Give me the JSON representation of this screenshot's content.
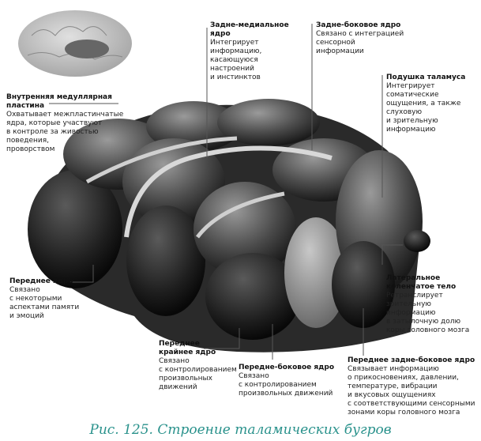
{
  "labels": {
    "internal_lamina": {
      "title": "Внутренняя медуллярная\nпластина",
      "text": "Охватывает межпластинчатые\nядра, которые участвуют\nв контроле за живостью\nповедения,\nпроворством"
    },
    "posteromedial": {
      "title": "Задне-медиальное\nядро",
      "text": "Интегрирует\nинформацию,\nкасающуюся\nнастроений\nи инстинктов"
    },
    "posterolateral": {
      "title": "Задне-боковое ядро",
      "text": "Связано с интеграцией\nсенсорной\nинформации"
    },
    "pulvinar": {
      "title": "Подушка таламуса",
      "text": "Интегрирует\nсоматические\nощущения, а также\nслуховую\nи зрительную\nинформацию"
    },
    "anterior": {
      "title": "Переднее ядро",
      "text": "Связано\nс некоторыми\nаспектами памяти\nи эмоций"
    },
    "lateral_geniculate": {
      "title": "Латеральное\nколенчатое тело",
      "text": "Ретранслирует\nзрительную\nинформацию\nв затылочную долю\nкоры головного мозга"
    },
    "anterior_extreme": {
      "title": "Переднее\nкрайнее ядро",
      "text": "Связано\nс контролированием\nпроизвольных\nдвижений"
    },
    "anterolateral": {
      "title": "Передне-боковое ядро",
      "text": "Связано\nс контролированием\nпроизвольных движений"
    },
    "ventral_posterolateral": {
      "title": "Переднее задне-боковое ядро",
      "text": "Связывает информацию\nо прикосновениях, давлении,\nтемпературе, вибрации\nи вкусовых ощущениях\nс соответствующими сенсорными\nзонами коры головного мозга"
    }
  },
  "caption": "Рис. 125. Строение таламических бугров",
  "colors": {
    "caption": "#2a928c"
  }
}
